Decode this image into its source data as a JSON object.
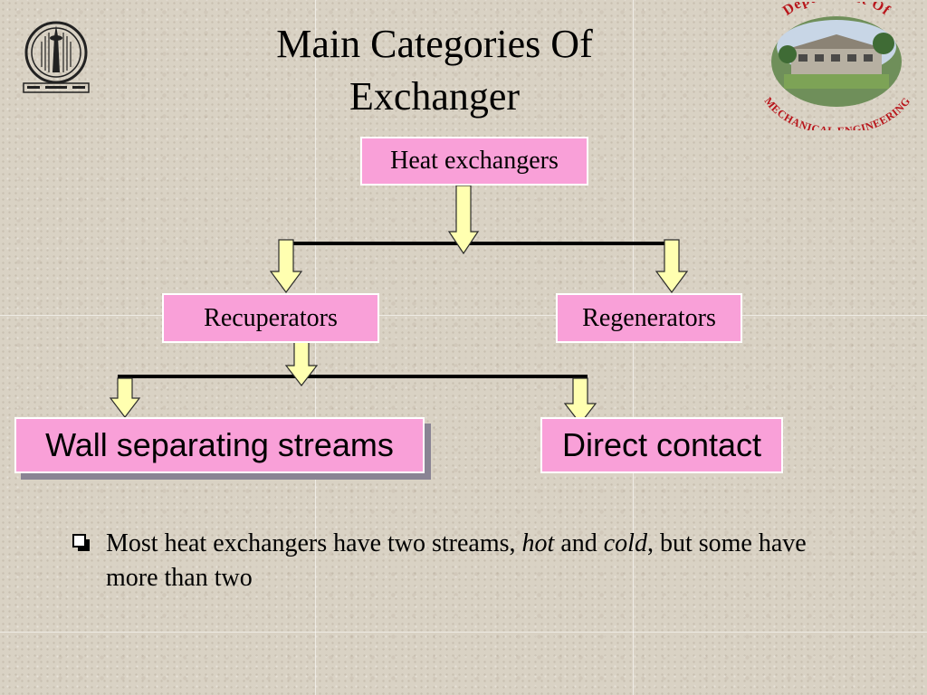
{
  "slide": {
    "title_line1": "Main Categories Of",
    "title_line2": "Exchanger"
  },
  "logos": {
    "right_arc_top": "Department Of",
    "right_arc_bottom": "MECHANICAL ENGINEERING"
  },
  "diagram": {
    "root": "Heat exchangers",
    "level1": [
      "Recuperators",
      "Regenerators"
    ],
    "level2": [
      "Wall separating streams",
      "Direct contact"
    ]
  },
  "bullet": {
    "part1": "Most heat exchangers have two streams, ",
    "hot": "hot",
    "part2": " and ",
    "cold": "cold",
    "part3": ", but some have more than two"
  },
  "colors": {
    "box_fill": "#f9a0d8",
    "arrow_fill": "#ffffb0",
    "background": "#d9d2c4"
  }
}
